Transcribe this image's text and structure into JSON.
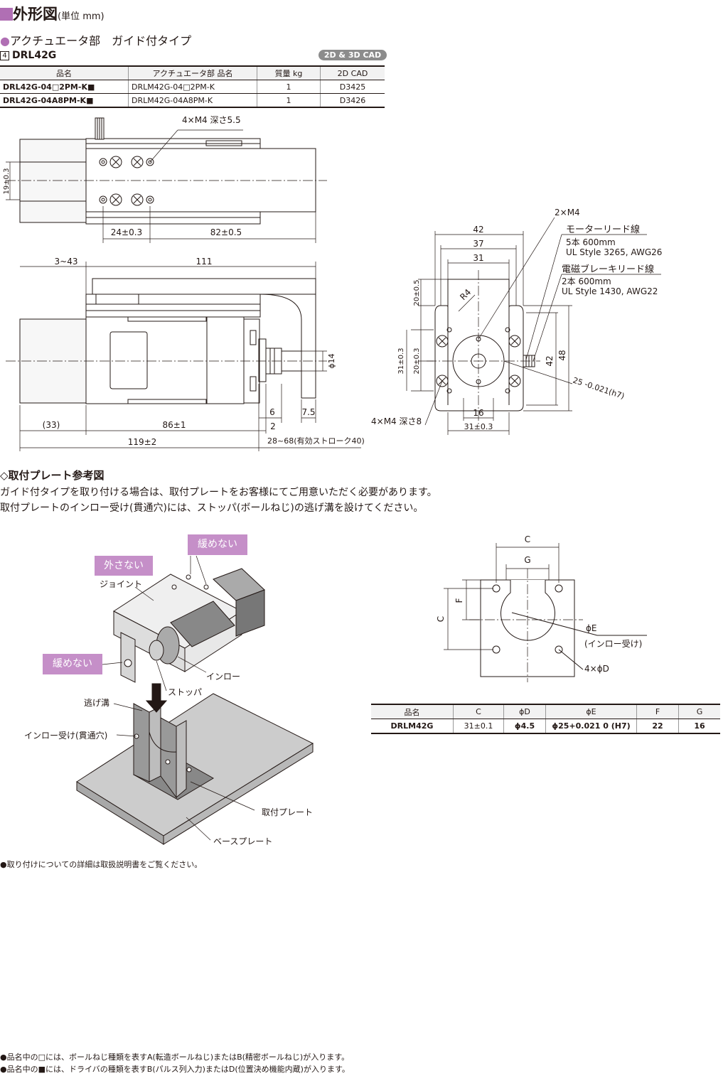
{
  "header": {
    "title": "外形図",
    "unit": "(単位 mm)",
    "subtitle": "アクチュエータ部　ガイド付タイプ",
    "model_number": "4",
    "model_name": "DRL42G",
    "cad_badge": "2D & 3D CAD"
  },
  "spec_table": {
    "headers": [
      "品名",
      "アクチュエータ部 品名",
      "質量 kg",
      "2D CAD"
    ],
    "rows": [
      [
        "DRL42G-04□2PM-K■",
        "DRLM42G-04□2PM-K",
        "1",
        "D3425"
      ],
      [
        "DRL42G-04A8PM-K■",
        "DRLM42G-04A8PM-K",
        "1",
        "D3426"
      ]
    ]
  },
  "top_view": {
    "holes_label": "4×M4 深さ5.5",
    "dim_19": "19±0.3",
    "dim_24": "24±0.3",
    "dim_82": "82±0.5"
  },
  "side_view": {
    "dim_3_43": "3~43",
    "dim_111": "111",
    "dim_phi14": "ϕ14",
    "dim_6": "6",
    "dim_7_5": "7.5",
    "dim_2": "2",
    "dim_33": "(33)",
    "dim_86": "86±1",
    "dim_119": "119±2",
    "dim_stroke": "28~68(有効ストローク40)"
  },
  "end_view": {
    "m4_2": "2×M4",
    "dim_42": "42",
    "dim_37": "37",
    "dim_31": "31",
    "motor_lead": "モーターリード線",
    "motor_lead_spec1": "5本 600mm",
    "motor_lead_spec2": "UL Style 3265, AWG26",
    "brake_lead": "電磁ブレーキリード線",
    "brake_lead_spec1": "2本 600mm",
    "brake_lead_spec2": "UL Style 1430, AWG22",
    "r4": "R4",
    "dim_20a": "20±0.5",
    "dim_31v": "31±0.3",
    "dim_20b": "20±0.3",
    "dim_42v": "42",
    "dim_48": "48",
    "dim_25": "25 -0.021(h7)",
    "holes_label": "4×M4 深さ8",
    "dim_16": "16",
    "dim_31h": "31±0.3"
  },
  "plate_section": {
    "title": "◇取付プレート参考図",
    "line1": "ガイド付タイプを取り付ける場合は、取付プレートをお客様にてご用意いただく必要があります。",
    "line2": "取付プレートのインロー受け(貫通穴)には、ストッパ(ボールねじ)の逃げ溝を設けてください。"
  },
  "illustration": {
    "badge_no_loosen_top": "緩めない",
    "badge_no_remove": "外さない",
    "badge_no_loosen_left": "緩めない",
    "joint": "ジョイント",
    "inro": "インロー",
    "stopper": "ストッパ",
    "relief_groove": "逃げ溝",
    "inro_receiver": "インロー受け(貫通穴)",
    "mount_plate": "取付プレート",
    "base_plate": "ベースプレート"
  },
  "plate_drawing": {
    "label_c_top": "C",
    "label_g": "G",
    "label_f": "F",
    "label_c_side": "C",
    "label_phi_e": "ϕE",
    "label_inro": "(インロー受け)",
    "label_4phi_d": "4×ϕD"
  },
  "dims_table": {
    "headers": [
      "品名",
      "C",
      "ϕD",
      "ϕE",
      "F",
      "G"
    ],
    "rows": [
      [
        "DRLM42G",
        "31±0.1",
        "ϕ4.5",
        "ϕ25+0.021 0 (H7)",
        "22",
        "16"
      ]
    ]
  },
  "notes": {
    "install_note": "●取り付けについての詳細は取扱説明書をご覧ください。",
    "footnote1": "●品名中の□には、ボールねじ種類を表すA(転造ボールねじ)またはB(精密ボールねじ)が入ります。",
    "footnote2": "●品名中の■には、ドライバの種類を表すB(パルス列入力)またはD(位置決め機能内蔵)が入ります。"
  },
  "colors": {
    "accent": "#b06fb4",
    "badge": "#c58fc8",
    "cad_badge": "#8c8c8c"
  }
}
